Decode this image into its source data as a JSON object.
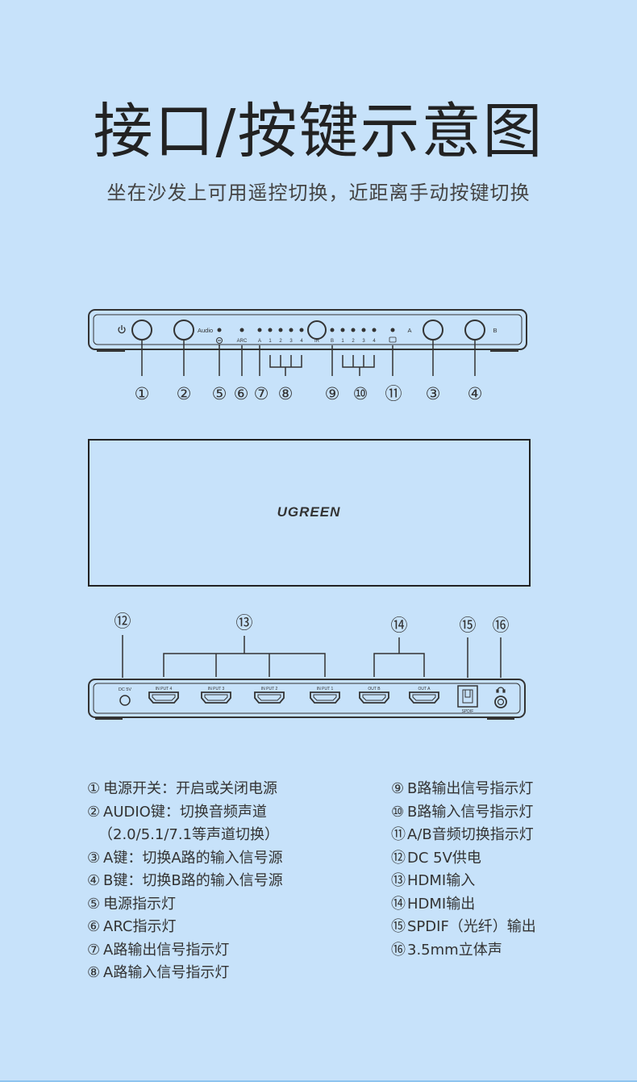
{
  "header": {
    "title": "接口/按键示意图",
    "subtitle": "坐在沙发上可用遥控切换，近距离手动按键切换"
  },
  "front_panel": {
    "labels": {
      "audio": "Audio",
      "arc": "ARC",
      "a_small": "A",
      "b_small": "B",
      "a": "A",
      "b": "B",
      "ir": "IR",
      "n1": "1",
      "n2": "2",
      "n3": "3",
      "n4": "4"
    },
    "callouts": [
      "①",
      "②",
      "⑤",
      "⑥",
      "⑦",
      "⑧",
      "⑨",
      "⑩",
      "⑪",
      "③",
      "④"
    ]
  },
  "top_view": {
    "brand": "UGREEN"
  },
  "rear_panel": {
    "labels": {
      "dc": "DC 5V",
      "input4": "IN PUT 4",
      "input3": "IN PUT 3",
      "input2": "IN PUT 2",
      "input1": "IN PUT 1",
      "outb": "OUT B",
      "outa": "OUT A",
      "spdif": "SPDIF"
    },
    "callouts": [
      "⑫",
      "⑬",
      "⑭",
      "⑮",
      "⑯"
    ]
  },
  "features_left": [
    {
      "num": "①",
      "text": "电源开关：开启或关闭电源"
    },
    {
      "num": "②",
      "text": "AUDIO键：切换音频声道"
    },
    {
      "num": "",
      "text": "（2.0/5.1/7.1等声道切换）"
    },
    {
      "num": "③",
      "text": "A键：切换A路的输入信号源"
    },
    {
      "num": "④",
      "text": "B键：切换B路的输入信号源"
    },
    {
      "num": "⑤",
      "text": "电源指示灯"
    },
    {
      "num": "⑥",
      "text": "ARC指示灯"
    },
    {
      "num": "⑦",
      "text": "A路输出信号指示灯"
    },
    {
      "num": "⑧",
      "text": "A路输入信号指示灯"
    }
  ],
  "features_right": [
    {
      "num": "⑨",
      "text": "B路输出信号指示灯"
    },
    {
      "num": "⑩",
      "text": "B路输入信号指示灯"
    },
    {
      "num": "⑪",
      "text": "A/B音频切换指示灯"
    },
    {
      "num": "⑫",
      "text": "DC 5V供电"
    },
    {
      "num": "⑬",
      "text": "HDMI输入"
    },
    {
      "num": "⑭",
      "text": "HDMI输出"
    },
    {
      "num": "⑮",
      "text": "SPDIF（光纤）输出"
    },
    {
      "num": "⑯",
      "text": "3.5mm立体声"
    }
  ]
}
